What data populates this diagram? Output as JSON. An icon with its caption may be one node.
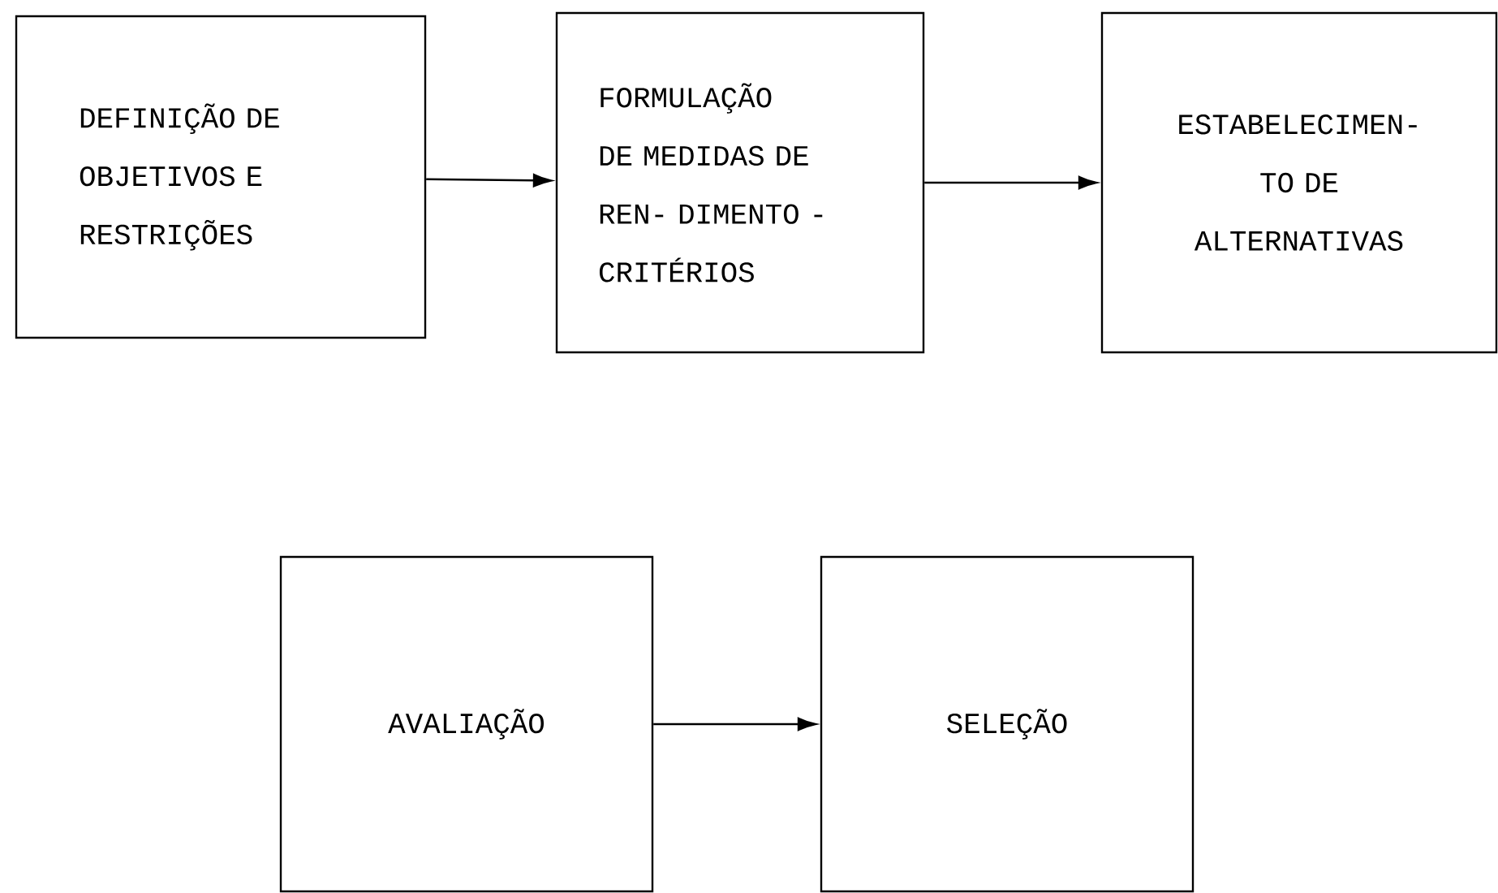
{
  "diagram": {
    "nodes": [
      {
        "text": [
          "DEFINIÇÃO DE OBJETIVOS E RESTRIÇÕES"
        ]
      },
      {
        "text": [
          "FORMULAÇÃO DE MEDIDAS DE REN- DIMENTO - CRITÉRIOS"
        ]
      },
      {
        "text": [
          "ESTABELECIMEN- TO DE ALTERNATIVAS"
        ]
      },
      {
        "text": [
          "AVALIAÇÃO"
        ]
      },
      {
        "text": [
          "SELEÇÃO"
        ]
      }
    ],
    "edges": [
      {
        "from": 0,
        "to": 1,
        "arrow": "to"
      },
      {
        "from": 1,
        "to": 2,
        "arrow": "to"
      },
      {
        "from": 3,
        "to": 4,
        "arrow": "to"
      }
    ]
  }
}
